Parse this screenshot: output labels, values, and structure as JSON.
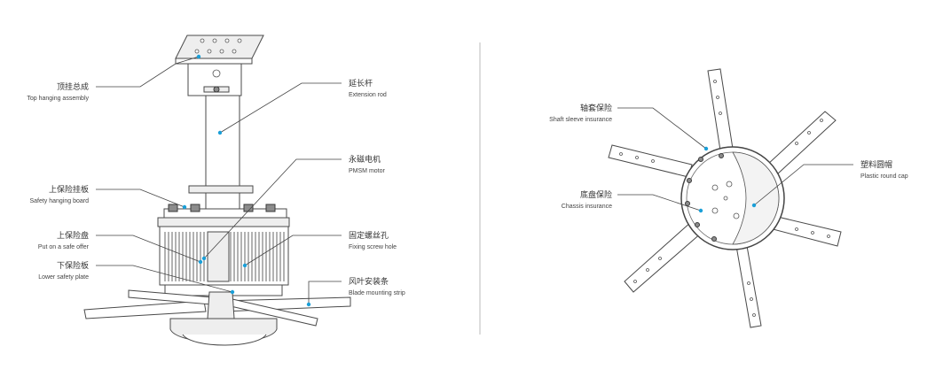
{
  "colors": {
    "callout_dot": "#1a9fd8",
    "line": "#444444",
    "metal": "#eeeeee",
    "dark": "#8c8c8c"
  },
  "left_view": {
    "labels": [
      {
        "id": "top-hanging-assembly",
        "zh": "顶挂总成",
        "en": "Top hanging assembly"
      },
      {
        "id": "extension-rod",
        "zh": "延长杆",
        "en": "Extension rod"
      },
      {
        "id": "pmsm-motor",
        "zh": "永磁电机",
        "en": "PMSM motor"
      },
      {
        "id": "safety-hanging-board",
        "zh": "上保险挂板",
        "en": "Safety hanging board"
      },
      {
        "id": "fixing-screw-hole",
        "zh": "固定螺丝孔",
        "en": "Fixing screw hole"
      },
      {
        "id": "safe-offer",
        "zh": "上保险盘",
        "en": "Put on a safe offer"
      },
      {
        "id": "lower-safety-plate",
        "zh": "下保险板",
        "en": "Lower safety plate"
      },
      {
        "id": "blade-mounting-strip",
        "zh": "风叶安装条",
        "en": "Blade mounting strip"
      }
    ]
  },
  "right_view": {
    "labels": [
      {
        "id": "shaft-sleeve-insurance",
        "zh": "轴套保险",
        "en": "Shaft sleeve insurance"
      },
      {
        "id": "plastic-round-cap",
        "zh": "塑料圆帽",
        "en": "Plastic round cap"
      },
      {
        "id": "chassis-insurance",
        "zh": "底盘保险",
        "en": "Chassis insurance"
      }
    ]
  }
}
